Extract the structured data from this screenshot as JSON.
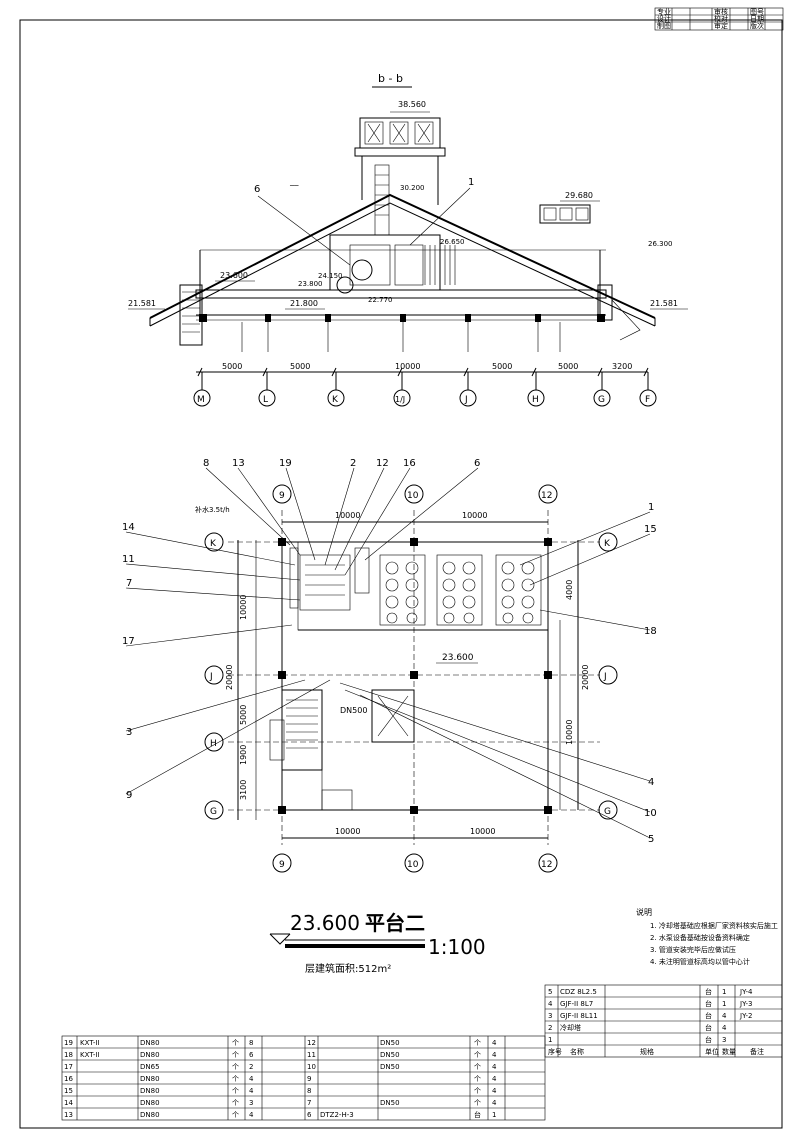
{
  "section": {
    "title": "b - b",
    "elevations": {
      "top": "38.560",
      "roof_right": "29.680",
      "left": "21.581",
      "right": "21.581",
      "platform": "23.600",
      "floor": "21.800",
      "small1": "23.800",
      "small2": "24.150",
      "small3": "22.770",
      "small4": "26.650",
      "small5": "30.200",
      "small6": "26.300"
    },
    "callouts": [
      "6",
      "1"
    ],
    "dimensions": [
      "5000",
      "5000",
      "10000",
      "5000",
      "5000",
      "3200"
    ],
    "axes": [
      "M",
      "L",
      "K",
      "1/J",
      "J",
      "H",
      "G",
      "F"
    ]
  },
  "plan": {
    "callouts_top": [
      "8",
      "13",
      "19",
      "2",
      "12",
      "16",
      "6",
      "1"
    ],
    "callouts_left": [
      "14",
      "11",
      "7",
      "17",
      "3",
      "9"
    ],
    "callouts_right": [
      "15",
      "18",
      "4",
      "10",
      "5"
    ],
    "dims_top": [
      "10000",
      "10000"
    ],
    "dims_bottom": [
      "10000",
      "10000"
    ],
    "dims_left": [
      "10000",
      "20000",
      "5000",
      "1900",
      "3100"
    ],
    "dims_right": [
      "20000",
      "10000",
      "4000"
    ],
    "axes_v": [
      "9",
      "10",
      "12"
    ],
    "axes_h": [
      "K",
      "J",
      "H",
      "G"
    ],
    "elevation_mark": "23.600",
    "note_flow": "补水3.5t/h",
    "note_pipe": "DN500"
  },
  "plan_title": {
    "elev": "23.600",
    "name": "平台二",
    "scale": "1:100",
    "area": "层建筑面积:512m²"
  },
  "notes": {
    "heading": "说明",
    "lines": [
      "1. 冷却塔基础应根据厂家资料核实后施工",
      "2. 水泵设备基础按设备资料确定",
      "3. 管道安装完毕后应做试压",
      "4. 未注明管道标高均以管中心计"
    ]
  },
  "title_block_header": [
    [
      "专业",
      "",
      "",
      "",
      "审核",
      "",
      "图号",
      ""
    ],
    [
      "设计",
      "",
      "",
      "",
      "校对",
      "",
      "日期",
      ""
    ],
    [
      "制图",
      "",
      "",
      "",
      "审定",
      "",
      "版次",
      ""
    ]
  ],
  "equipment_right": {
    "headers": [
      "序号",
      "名称",
      "规格",
      "单位",
      "数量",
      "备注"
    ],
    "rows": [
      [
        "5",
        "CDZ 8L2.5",
        "",
        "台",
        "1",
        "JY-4"
      ],
      [
        "4",
        "GJF-II 8L7",
        "",
        "台",
        "1",
        "JY-3"
      ],
      [
        "3",
        "GJF-II 8L11",
        "",
        "台",
        "4",
        "JY-2"
      ],
      [
        "2",
        "冷却塔",
        "",
        "台",
        "4",
        ""
      ],
      [
        "1",
        "",
        "",
        "台",
        "3",
        ""
      ]
    ]
  },
  "equipment_left": {
    "rows": [
      [
        "19",
        "KXT-II",
        "DN80",
        "个",
        "8",
        "12",
        "",
        "DN50",
        "个",
        "4",
        ""
      ],
      [
        "18",
        "KXT-II",
        "DN80",
        "个",
        "6",
        "11",
        "",
        "DN50",
        "个",
        "4",
        ""
      ],
      [
        "17",
        "",
        "DN65",
        "个",
        "2",
        "10",
        "",
        "DN50",
        "个",
        "4",
        ""
      ],
      [
        "16",
        "",
        "DN80",
        "个",
        "4",
        "9",
        "",
        "",
        "个",
        "4",
        ""
      ],
      [
        "15",
        "",
        "DN80",
        "个",
        "4",
        "8",
        "",
        "",
        "个",
        "4",
        ""
      ],
      [
        "14",
        "",
        "DN80",
        "个",
        "3",
        "7",
        "",
        "DN50",
        "个",
        "4",
        ""
      ],
      [
        "13",
        "",
        "DN80",
        "个",
        "4",
        "6",
        "DTZ2-H-3",
        "",
        "台",
        "1",
        ""
      ]
    ]
  }
}
